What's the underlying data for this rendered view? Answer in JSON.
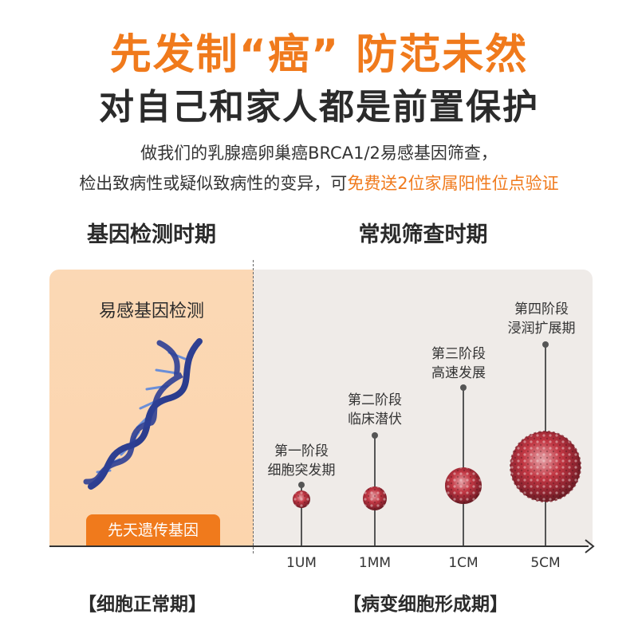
{
  "header": {
    "title_line1": "先发制“癌”  防范未然",
    "title_line2": "对自己和家人都是前置保护",
    "desc_line1": "做我们的乳腺癌卵巢癌BRCA1/2易感基因筛查，",
    "desc_line2_plain": "检出致病性或疑似致病性的变异，可",
    "desc_line2_highlight": "免费送2位家属阳性位点验证"
  },
  "phases": {
    "left_label": "基因检测时期",
    "right_label": "常规筛查时期"
  },
  "left_panel": {
    "title": "易感基因检测",
    "badge": "先天遗传基因",
    "dna_icon": "dna-double-helix"
  },
  "stages": [
    {
      "line1": "第一阶段",
      "line2": "细胞突发期",
      "size_label": "1UM"
    },
    {
      "line1": "第二阶段",
      "line2": "临床潜伏",
      "size_label": "1MM"
    },
    {
      "line1": "第三阶段",
      "line2": "高速发展",
      "size_label": "1CM"
    },
    {
      "line1": "第四阶段",
      "line2": "浸润扩展期",
      "size_label": "5CM"
    }
  ],
  "bottom": {
    "left": "【细胞正常期】",
    "right": "【病变细胞形成期】"
  },
  "colors": {
    "accent": "#f07a1c",
    "left_panel": "#fcd6af",
    "right_panel": "#efebe8",
    "cell_red": "#c8323c"
  }
}
